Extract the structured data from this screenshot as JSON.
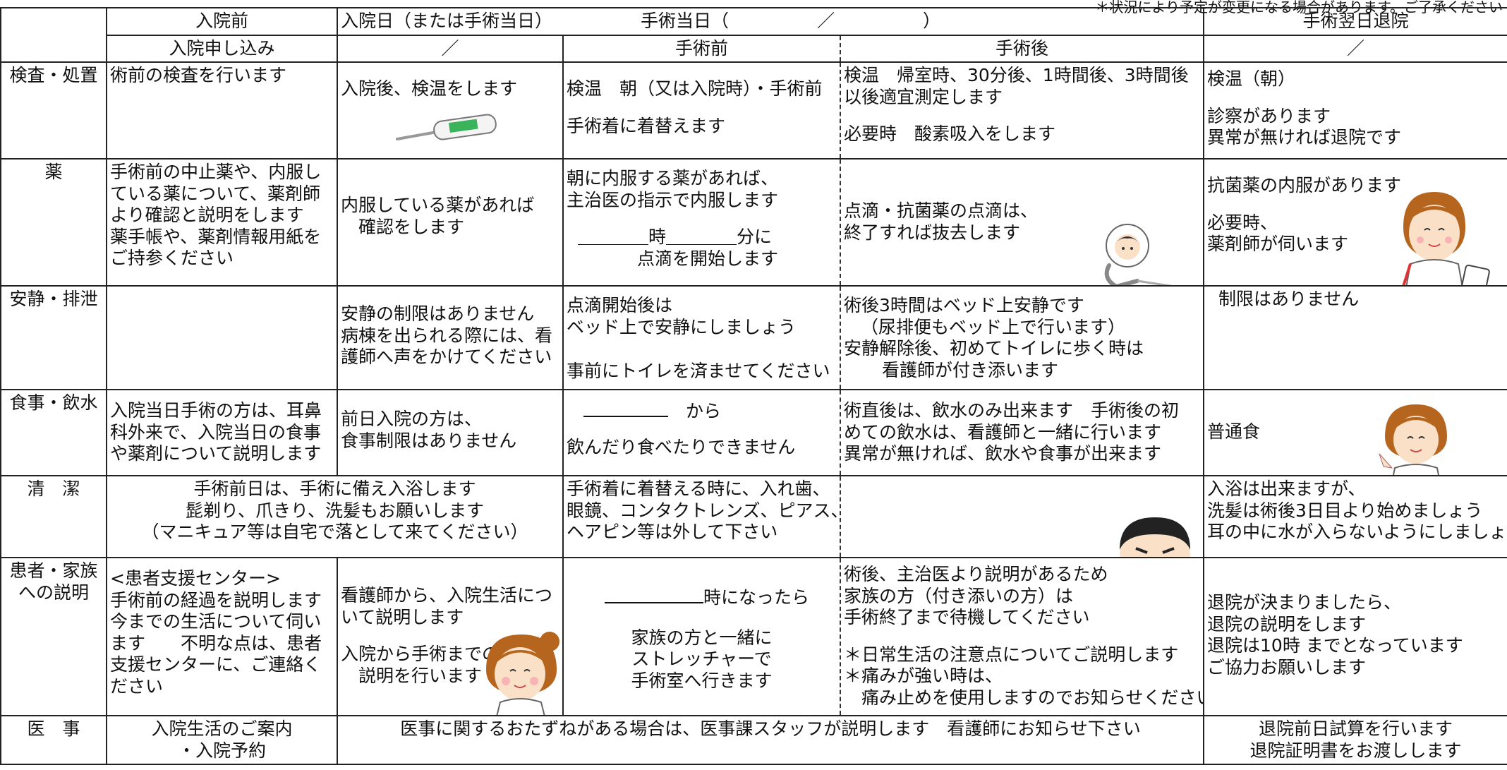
{
  "note": "＊状況により予定が変更になる場合があります。ご了承ください",
  "header": {
    "col_pre": "入院前",
    "col_admit": "入院日（または手術当日）",
    "col_surgery_day": "手術当日（　　　　　／　　　　　）",
    "col_next_day": "手術翌日退院",
    "sub_pre": "入院申し込み",
    "sub_admit": "／",
    "sub_before": "手術前",
    "sub_after": "手術後",
    "sub_next": "／"
  },
  "rows": {
    "exam": {
      "label": "検査・処置",
      "pre": "術前の検査を行います",
      "admit": "入院後、検温をします",
      "before": [
        "検温　朝（又は入院時）・手術前",
        "手術着に着替えます"
      ],
      "after": [
        "検温　帰室時、30分後、1時間後、3時間後",
        "以後適宜測定します",
        "必要時　酸素吸入をします"
      ],
      "next": [
        "検温（朝）",
        "診察があります",
        "異常が無ければ退院です"
      ]
    },
    "medicine": {
      "label": "薬",
      "pre": "手術前の中止薬や、内服している薬について、薬剤師より確認と説明をします　薬手帳や、薬剤情報用紙をご持参ください",
      "admit": [
        "内服している薬があれば",
        "　確認をします"
      ],
      "before": [
        "朝に内服する薬があれば、",
        "主治医の指示で内服します",
        "＿＿＿＿時＿＿＿＿分に",
        "点滴を開始します"
      ],
      "after": [
        "点滴・抗菌薬の点滴は、",
        "終了すれば抜去します"
      ],
      "next": [
        "抗菌薬の内服があります",
        "必要時、",
        "薬剤師が伺います"
      ]
    },
    "rest": {
      "label": "安静・排泄",
      "admit": [
        "安静の制限はありません",
        "病棟を出られる際には、看",
        "護師へ声をかけてください"
      ],
      "before": [
        "点滴開始後は",
        "ベッド上で安静にしましょう",
        "事前にトイレを済ませてください"
      ],
      "after": [
        "術後3時間はベッド上安静です",
        "（尿排便もベッド上で行います）",
        "安静解除後、初めてトイレに歩く時は",
        "看護師が付き添います"
      ],
      "next": "制限はありません"
    },
    "meal": {
      "label": "食事・飲水",
      "pre": "入院当日手術の方は、耳鼻科外来で、入院当日の食事や薬剤について説明します",
      "admit": [
        "前日入院の方は、",
        "食事制限はありません"
      ],
      "before": [
        "から",
        "飲んだり食べたりできません"
      ],
      "after": [
        "術直後は、飲水のみ出来ます　手術後の初",
        "めての飲水は、看護師と一緒に行います",
        "異常が無ければ、飲水や食事が出来ます"
      ],
      "next": "普通食"
    },
    "hygiene": {
      "label": "清　潔",
      "pre_admit": [
        "手術前日は、手術に備え入浴します",
        "髭剃り、爪きり、洗髪もお願いします",
        "（マニキュア等は自宅で落として来てください）"
      ],
      "before": [
        "手術着に着替える時に、入れ歯、",
        "眼鏡、コンタクトレンズ、ピアス、",
        "ヘアピン等は外して下さい"
      ],
      "next": [
        "入浴は出来ますが、",
        "洗髪は術後3日目より始めましょう",
        "耳の中に水が入らないようにしましょう"
      ]
    },
    "explain": {
      "label": "患者・家族への説明",
      "pre": [
        "<患者支援センター>",
        "手術前の経過を説明します今までの生活について伺います　　不明な点は、患者支援センターに、ご連絡ください"
      ],
      "admit": [
        "看護師から、入院生活について説明します",
        "入院から手術までの",
        "　説明を行います"
      ],
      "before": [
        "時になったら",
        "家族の方と一緒に",
        "ストレッチャーで",
        "手術室へ行きます"
      ],
      "after": [
        "術後、主治医より説明があるため",
        "家族の方（付き添いの方）は",
        "手術終了まで待機してください",
        "＊日常生活の注意点についてご説明します",
        "＊痛みが強い時は、",
        "　痛み止めを使用しますのでお知らせください"
      ],
      "next": [
        "退院が決まりましたら、",
        "退院の説明をします",
        "退院は10時 までとなっています",
        "ご協力お願いします"
      ]
    },
    "admin": {
      "label": "医　事",
      "pre": [
        "入院生活のご案内",
        "・入院予約"
      ],
      "mid": "医事に関するおたずねがある場合は、医事課スタッフが説明します　看護師にお知らせ下さい",
      "next": [
        "退院前日試算を行います",
        "退院証明書をお渡しします"
      ]
    }
  },
  "illustrations": [
    "thermometer-illustration",
    "patient-in-bed-illustration",
    "pharmacist-illustration",
    "nurse-waving-illustration",
    "doctor-illustration",
    "nurse-guiding-illustration"
  ],
  "colors": {
    "line": "#222222",
    "thermo_screen": "#3bb35a",
    "skin": "#fbe0c8",
    "hair": "#a0522d"
  }
}
